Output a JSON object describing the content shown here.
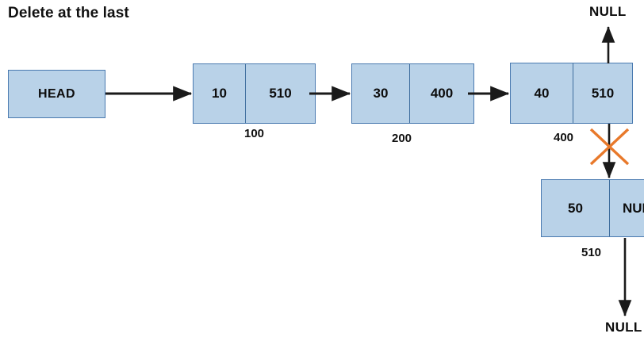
{
  "diagram": {
    "title": "Delete at the last",
    "head": {
      "label": "HEAD"
    },
    "nodes": [
      {
        "data": "10",
        "next": "510",
        "address": "100"
      },
      {
        "data": "30",
        "next": "400",
        "address": "200"
      },
      {
        "data": "40",
        "next": "510",
        "address": "400"
      },
      {
        "data": "50",
        "next": "NULL",
        "address": "510"
      }
    ],
    "labels": {
      "null_top": "NULL",
      "null_bottom": "NULL"
    },
    "colors": {
      "node_fill": "#b9d2e8",
      "node_border": "#4a7ab0",
      "divider": "#3f6e9e",
      "arrow": "#1a1a1a",
      "cross_mark": "#e8792b",
      "text": "#0d0d0d",
      "background": "#ffffff"
    },
    "marks": {
      "cross": "delete-cross-mark"
    }
  }
}
